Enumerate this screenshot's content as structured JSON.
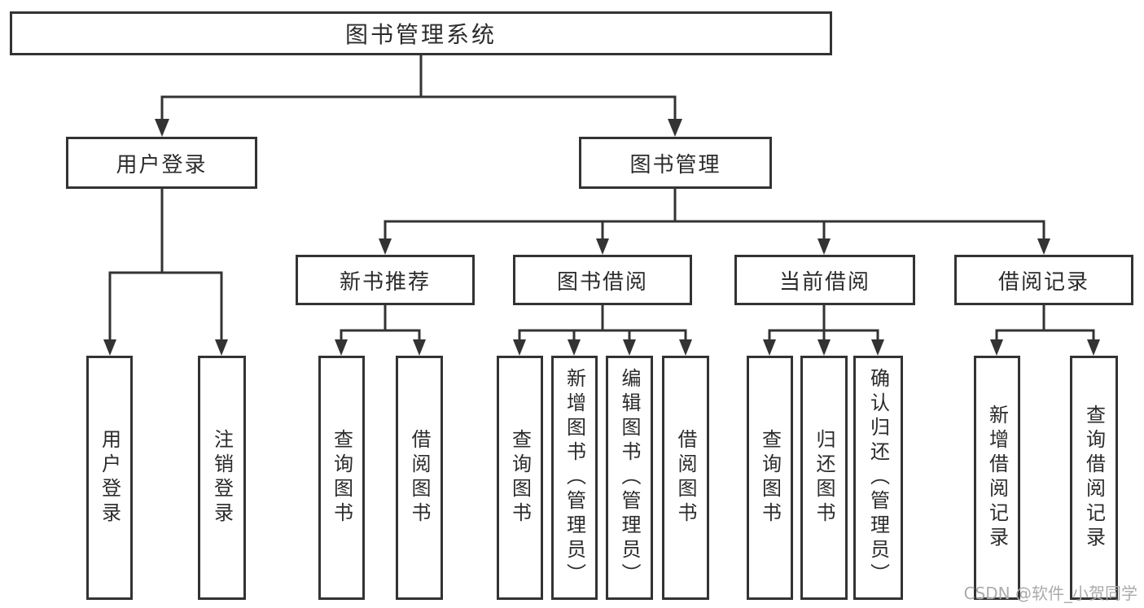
{
  "diagram": {
    "type": "hierarchy-tree",
    "nodes": {
      "root": "图书管理系统",
      "user_login": "用户登录",
      "book_mgmt": "图书管理",
      "new_book_rec": "新书推荐",
      "book_borrow": "图书借阅",
      "current_borrow": "当前借阅",
      "borrow_record": "借阅记录",
      "leaf_user_login": "用户登录",
      "leaf_logout": "注销登录",
      "rec_query": "查询图书",
      "rec_borrow": "借阅图书",
      "bb_query": "查询图书",
      "bb_add": "新增图书（管理员）",
      "bb_edit": "编辑图书（管理员）",
      "bb_borrow": "借阅图书",
      "cb_query": "查询图书",
      "cb_return": "归还图书",
      "cb_confirm": "确认归还（管理员）",
      "br_add": "新增借阅记录",
      "br_query": "查询借阅记录"
    },
    "edges": [
      [
        "root",
        "user_login"
      ],
      [
        "root",
        "book_mgmt"
      ],
      [
        "user_login",
        "leaf_user_login"
      ],
      [
        "user_login",
        "leaf_logout"
      ],
      [
        "book_mgmt",
        "new_book_rec"
      ],
      [
        "book_mgmt",
        "book_borrow"
      ],
      [
        "book_mgmt",
        "current_borrow"
      ],
      [
        "book_mgmt",
        "borrow_record"
      ],
      [
        "new_book_rec",
        "rec_query"
      ],
      [
        "new_book_rec",
        "rec_borrow"
      ],
      [
        "book_borrow",
        "bb_query"
      ],
      [
        "book_borrow",
        "bb_add"
      ],
      [
        "book_borrow",
        "bb_edit"
      ],
      [
        "book_borrow",
        "bb_borrow"
      ],
      [
        "current_borrow",
        "cb_query"
      ],
      [
        "current_borrow",
        "cb_return"
      ],
      [
        "current_borrow",
        "cb_confirm"
      ],
      [
        "borrow_record",
        "br_add"
      ],
      [
        "borrow_record",
        "br_query"
      ]
    ],
    "colors": {
      "line": "#333333",
      "box_border": "#333333",
      "box_fill": "#ffffff",
      "text": "#2b2b2b",
      "watermark": "#ababab",
      "background": "#ffffff"
    }
  },
  "watermark": {
    "text": "CSDN @软件_小贺同学"
  }
}
